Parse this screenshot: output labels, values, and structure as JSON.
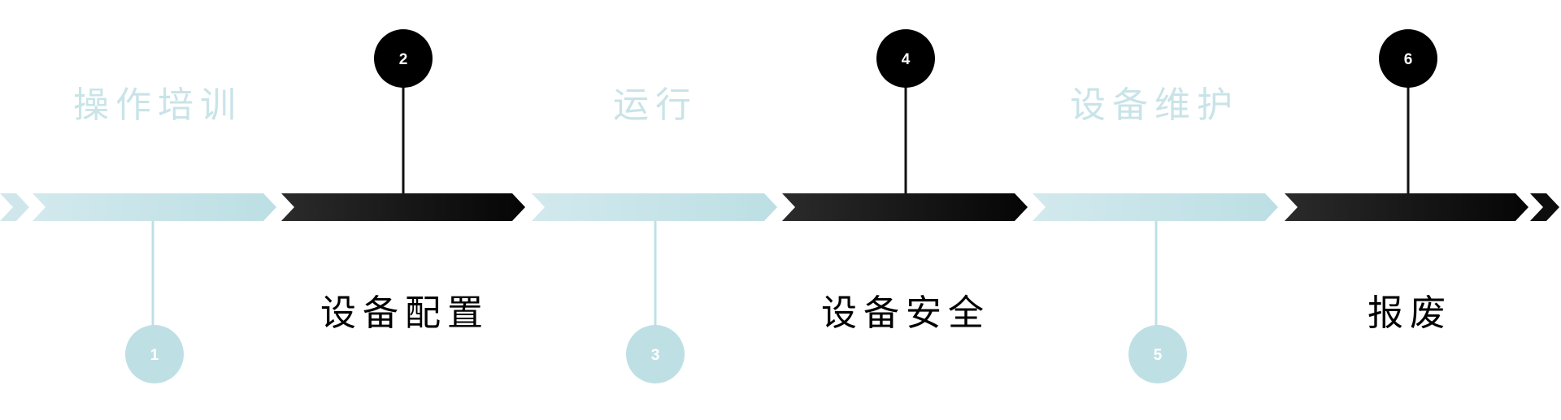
{
  "colors": {
    "light": "#bee0e5",
    "light_text": "#c9e4e8",
    "dark": "#111111",
    "dark_text": "#000000",
    "number_on_dark": "#ffffff",
    "number_on_light": "#ffffff"
  },
  "steps": [
    {
      "number": "1",
      "label": "操作培训",
      "tone": "light"
    },
    {
      "number": "2",
      "label": "设备配置",
      "tone": "dark"
    },
    {
      "number": "3",
      "label": "运行",
      "tone": "light"
    },
    {
      "number": "4",
      "label": "设备安全",
      "tone": "dark"
    },
    {
      "number": "5",
      "label": "设备维护",
      "tone": "light"
    },
    {
      "number": "6",
      "label": "报废",
      "tone": "dark"
    }
  ]
}
